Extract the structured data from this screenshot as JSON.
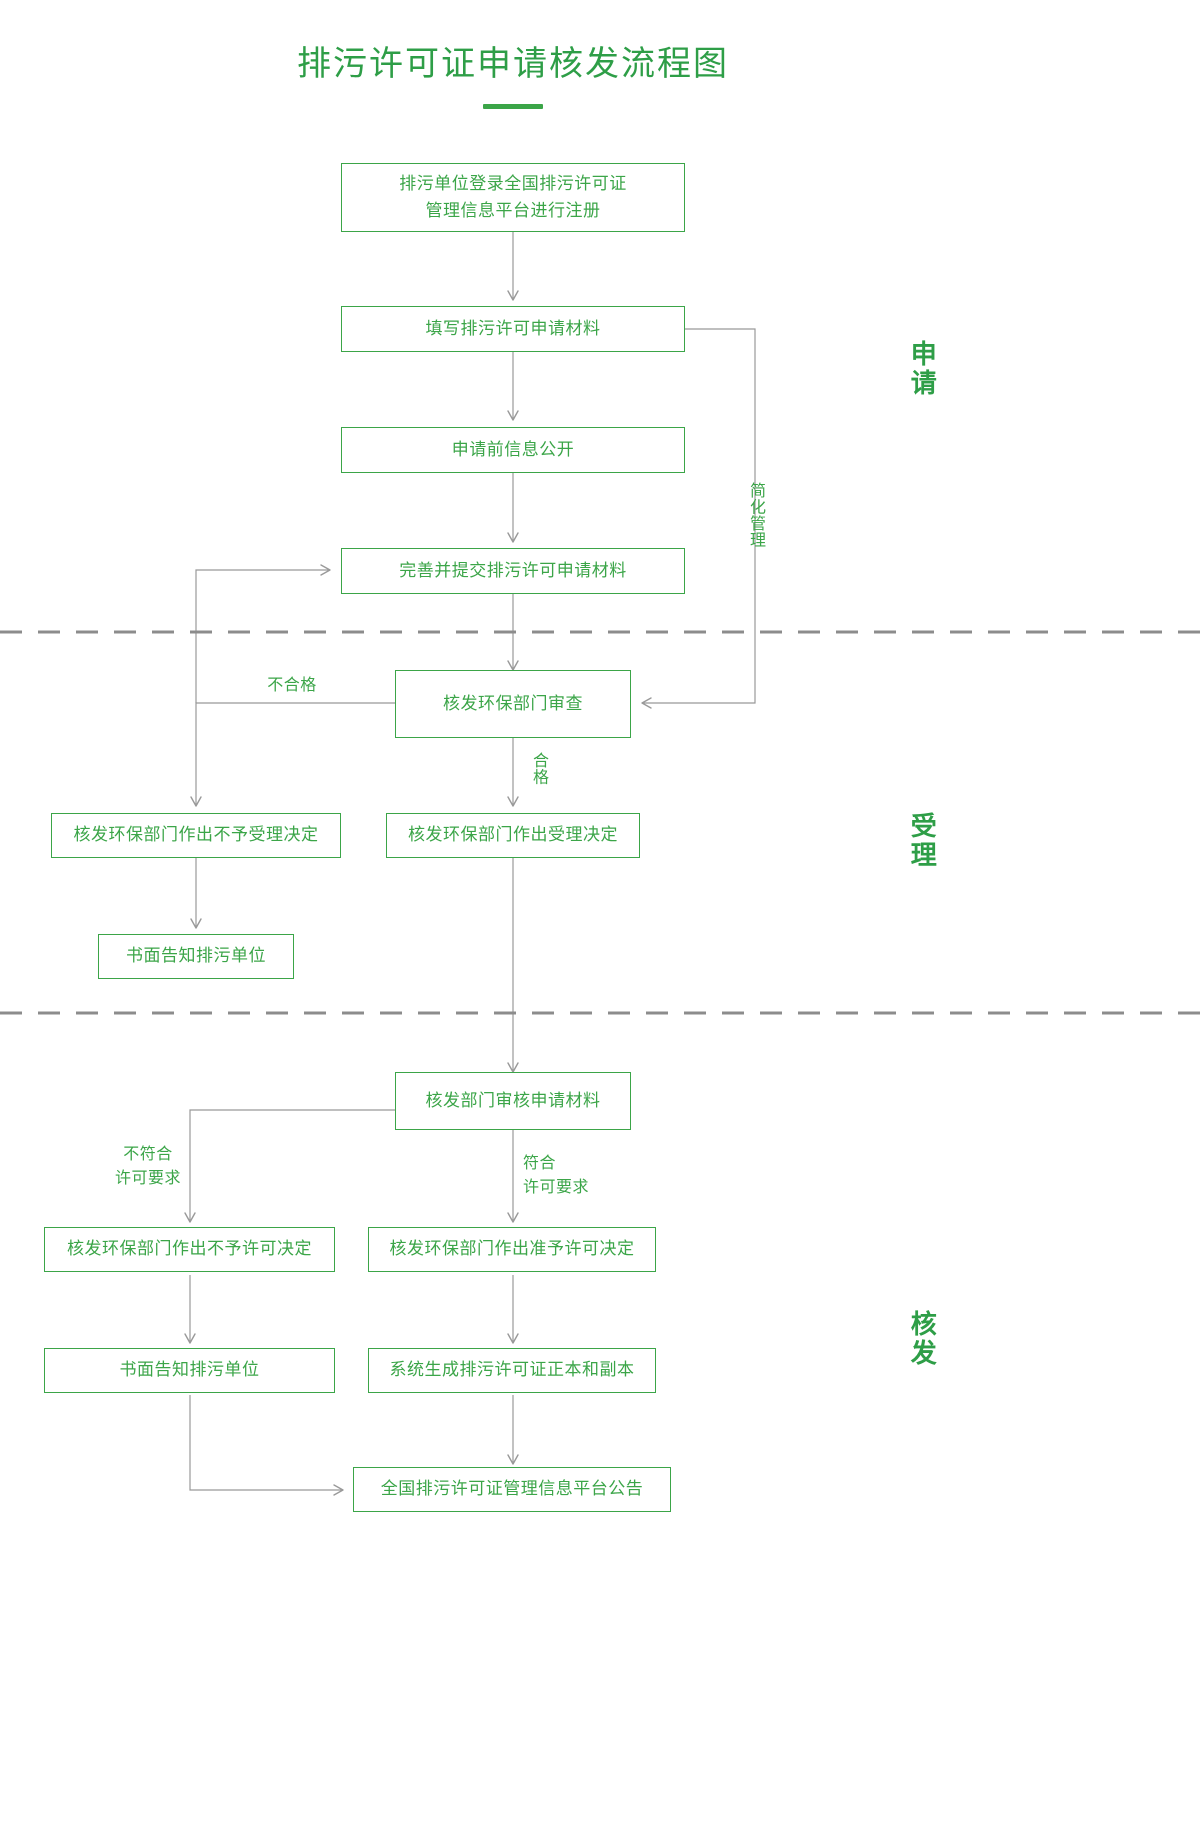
{
  "title": "排污许可证申请核发流程图",
  "colors": {
    "accent": "#3ba548",
    "title": "#2e9e47",
    "connector": "#999999",
    "divider": "#8c8c8c",
    "box_fill": "#ffffff"
  },
  "nodes": [
    {
      "id": "register",
      "label": "排污单位登录全国排污许可证\n管理信息平台进行注册"
    },
    {
      "id": "fill-materials",
      "label": "填写排污许可申请材料"
    },
    {
      "id": "pre-disclosure",
      "label": "申请前信息公开"
    },
    {
      "id": "submit",
      "label": "完善并提交排污许可申请材料"
    },
    {
      "id": "review",
      "label": "核发环保部门审查"
    },
    {
      "id": "reject-accept",
      "label": "核发环保部门作出不予受理决定"
    },
    {
      "id": "accept",
      "label": "核发环保部门作出受理决定"
    },
    {
      "id": "notify-1",
      "label": "书面告知排污单位"
    },
    {
      "id": "examine",
      "label": "核发部门审核申请材料"
    },
    {
      "id": "deny-permit",
      "label": "核发环保部门作出不予许可决定"
    },
    {
      "id": "grant-permit",
      "label": "核发环保部门作出准予许可决定"
    },
    {
      "id": "notify-2",
      "label": "书面告知排污单位"
    },
    {
      "id": "generate-cert",
      "label": "系统生成排污许可证正本和副本"
    },
    {
      "id": "announce",
      "label": "全国排污许可证管理信息平台公告"
    }
  ],
  "edge_labels": [
    {
      "id": "simplified-management",
      "text": "简化管理",
      "orientation": "vertical"
    },
    {
      "id": "not-qualified",
      "text": "不合格",
      "orientation": "horizontal"
    },
    {
      "id": "qualified",
      "text": "合格",
      "orientation": "vertical"
    },
    {
      "id": "not-meet-requirement",
      "text": "不符合\n许可要求",
      "orientation": "horizontal"
    },
    {
      "id": "meet-requirement",
      "text": "符合\n许可要求",
      "orientation": "horizontal"
    }
  ],
  "sections": [
    {
      "id": "application",
      "label": "申请"
    },
    {
      "id": "acceptance",
      "label": "受理"
    },
    {
      "id": "issuance",
      "label": "核发"
    }
  ]
}
